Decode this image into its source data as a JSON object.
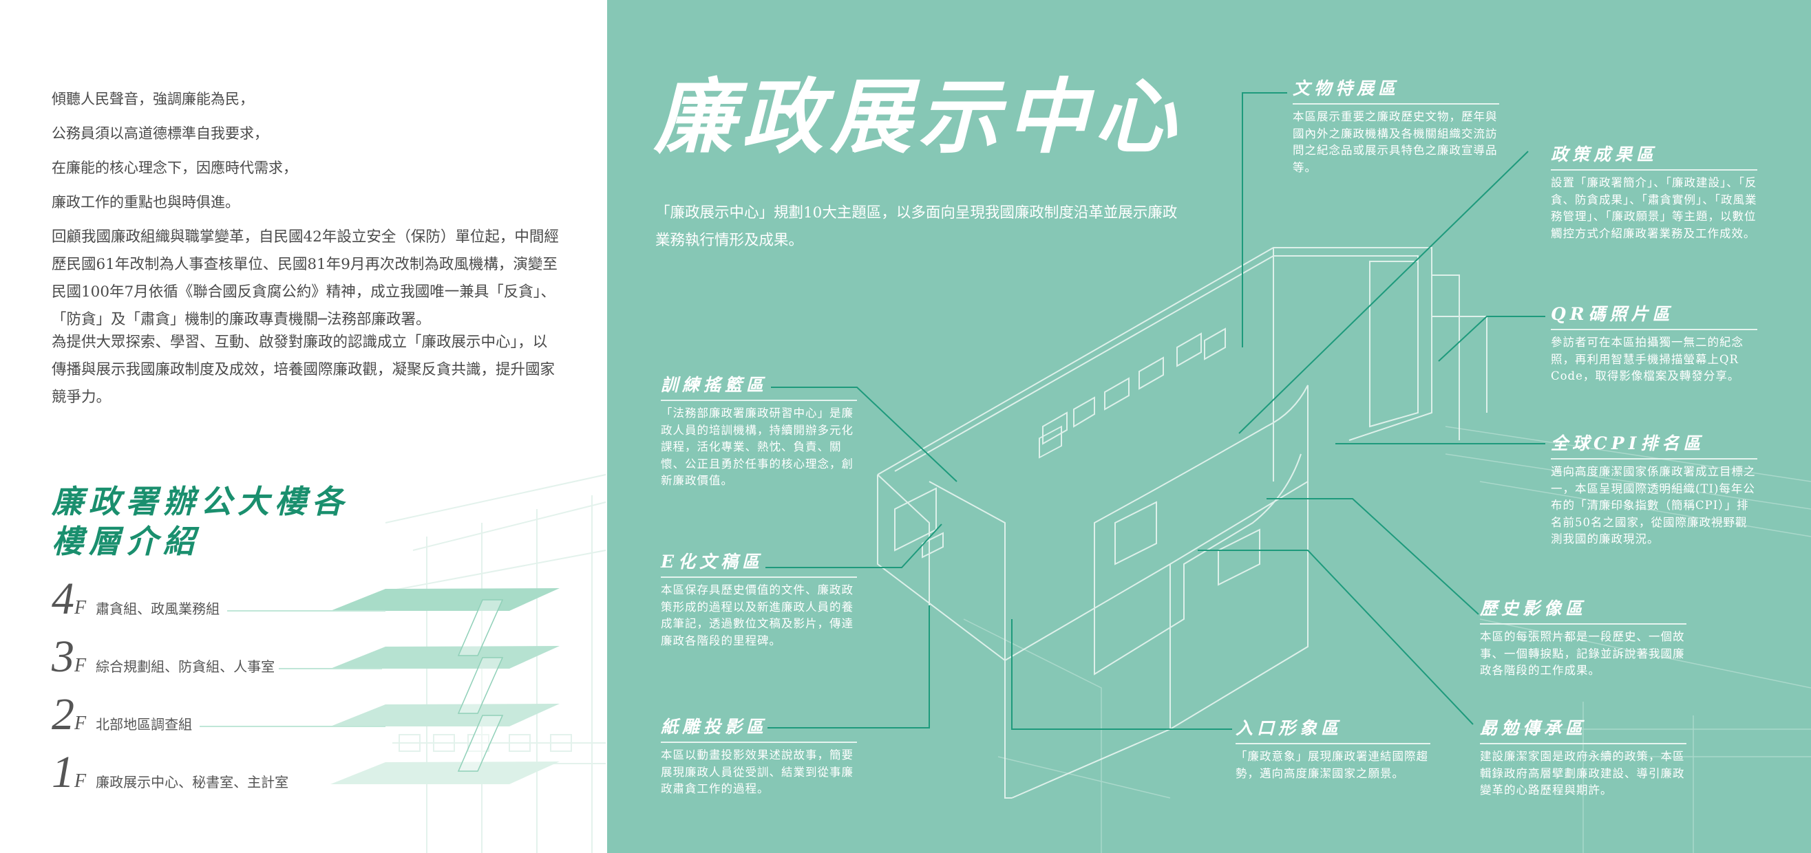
{
  "left": {
    "intro_lines": [
      "傾聽人民聲音，強調廉能為民，",
      "公務員須以高道德標準自我要求，",
      "在廉能的核心理念下，因應時代需求，",
      "廉政工作的重點也與時俱進。"
    ],
    "paragraphs": [
      "回顧我國廉政組織與職掌變革，自民國42年設立安全（保防）單位起，中間經歷民國61年改制為人事查核單位、民國81年9月再次改制為政風機構，演變至民國100年7月依循《聯合國反貪腐公約》精神，成立我國唯一兼具「反貪」、「防貪」及「肅貪」機制的廉政專責機關─法務部廉政署。",
      "為提供大眾探索、學習、互動、啟發對廉政的認識成立「廉政展示中心」，以傳播與展示我國廉政制度及成效，培養國際廉政觀，凝聚反貪共識，提升國家競爭力。"
    ],
    "floor_title_line1": "廉政署辦公大樓各",
    "floor_title_line2": "樓層介紹",
    "floors": [
      {
        "num": "4",
        "suffix": "F",
        "label": "肅貪組、政風業務組"
      },
      {
        "num": "3",
        "suffix": "F",
        "label": "綜合規劃組、防貪組、人事室"
      },
      {
        "num": "2",
        "suffix": "F",
        "label": "北部地區調查組"
      },
      {
        "num": "1",
        "suffix": "F",
        "label": "廉政展示中心、秘書室、主計室"
      }
    ]
  },
  "right": {
    "title": "廉政展示中心",
    "subtitle": "「廉政展示中心」規劃10大主題區，以多面向呈現我國廉政制度沿革並展示廉政業務執行情形及成果。",
    "zones": [
      {
        "title": "訓練搖籃區",
        "desc": "「法務部廉政署廉政研習中心」是廉政人員的培訓機構，持續開辦多元化課程，活化專業、熱忱、負責、關懷、公正且勇於任事的核心理念，創新廉政價值。"
      },
      {
        "title": "E化文稿區",
        "desc": "本區保存具歷史價值的文件、廉政政策形成的過程以及新進廉政人員的養成筆記，透過數位文稿及影片，傳達廉政各階段的里程碑。"
      },
      {
        "title": "紙雕投影區",
        "desc": "本區以動畫投影效果述說故事，簡要展現廉政人員從受訓、結業到從事廉政肅貪工作的過程。"
      },
      {
        "title": "文物特展區",
        "desc": "本區展示重要之廉政歷史文物，歷年與國內外之廉政機構及各機關組織交流訪問之紀念品或展示具特色之廉政宣導品等。"
      },
      {
        "title": "政策成果區",
        "desc": "設置「廉政署簡介」、「廉政建設」、「反貪、防貪成果」、「肅貪實例」、「政風業務管理」、「廉政願景」等主題，以數位觸控方式介紹廉政署業務及工作成效。"
      },
      {
        "title": "QR碼照片區",
        "desc": "參訪者可在本區拍攝獨一無二的紀念照，再利用智慧手機掃描螢幕上QR　Code，取得影像檔案及轉發分享。"
      },
      {
        "title": "全球CPI排名區",
        "desc": "邁向高度廉潔國家係廉政署成立目標之一，本區呈現國際透明組織(TI)每年公布的「清廉印象指數（簡稱CPI）」排名前50名之國家，從國際廉政視野觀測我國的廉政現況。"
      },
      {
        "title": "歷史影像區",
        "desc": "本區的每張照片都是一段歷史、一個故事、一個轉捩點，記錄並訴說著我國廉政各階段的工作成果。"
      },
      {
        "title": "入口形象區",
        "desc": "「廉政意象」展現廉政署連結國際趨勢，邁向高度廉潔國家之願景。"
      },
      {
        "title": "勗勉傳承區",
        "desc": "建設廉潔家園是政府永續的政策，本區輯錄政府高層擘劃廉政建設、導引廉政變革的心路歷程與期許。"
      }
    ]
  },
  "colors": {
    "panel": "#86c7b5",
    "accent": "#1a8f6e",
    "leader": "#1e9a7c",
    "plate": "#a8dcc8"
  }
}
